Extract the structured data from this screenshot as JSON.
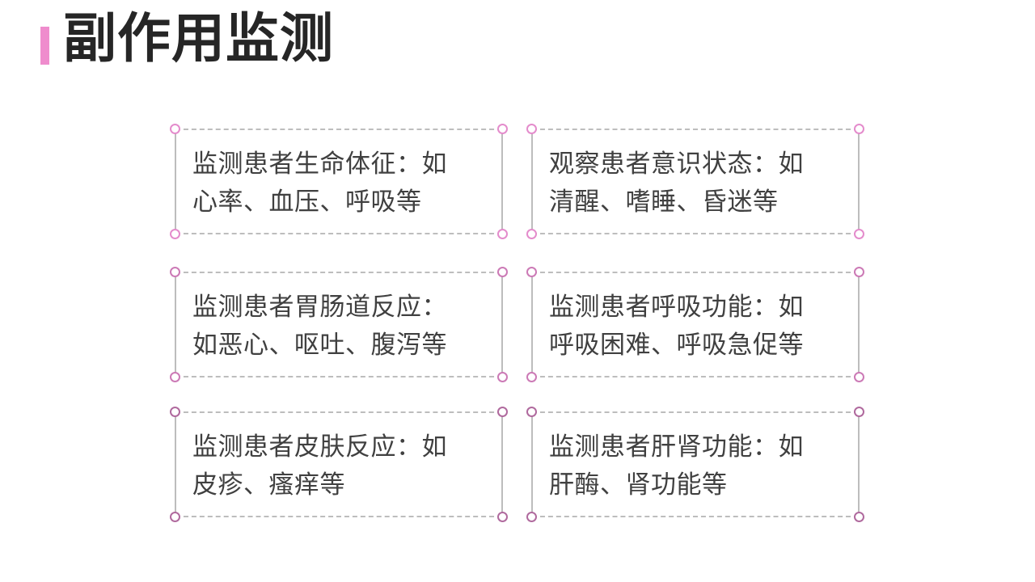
{
  "slide": {
    "title": "副作用监测",
    "accent_color": "#ef8ccd"
  },
  "cards": [
    {
      "line1": "监测患者生命体征：如",
      "line2": "心率、血压、呼吸等",
      "handle_color": "#e48ccc"
    },
    {
      "line1": "观察患者意识状态：如",
      "line2": "清醒、嗜睡、昏迷等",
      "handle_color": "#e48ccc"
    },
    {
      "line1": "监测患者胃肠道反应：",
      "line2": "如恶心、呕吐、腹泻等",
      "handle_color": "#cc7ab6"
    },
    {
      "line1": "监测患者呼吸功能：如",
      "line2": "呼吸困难、呼吸急促等",
      "handle_color": "#cc7ab6"
    },
    {
      "line1": "监测患者皮肤反应：如",
      "line2": "皮疹、瘙痒等",
      "handle_color": "#b06a9e"
    },
    {
      "line1": "监测患者肝肾功能：如",
      "line2": "肝酶、肾功能等",
      "handle_color": "#b06a9e"
    }
  ]
}
